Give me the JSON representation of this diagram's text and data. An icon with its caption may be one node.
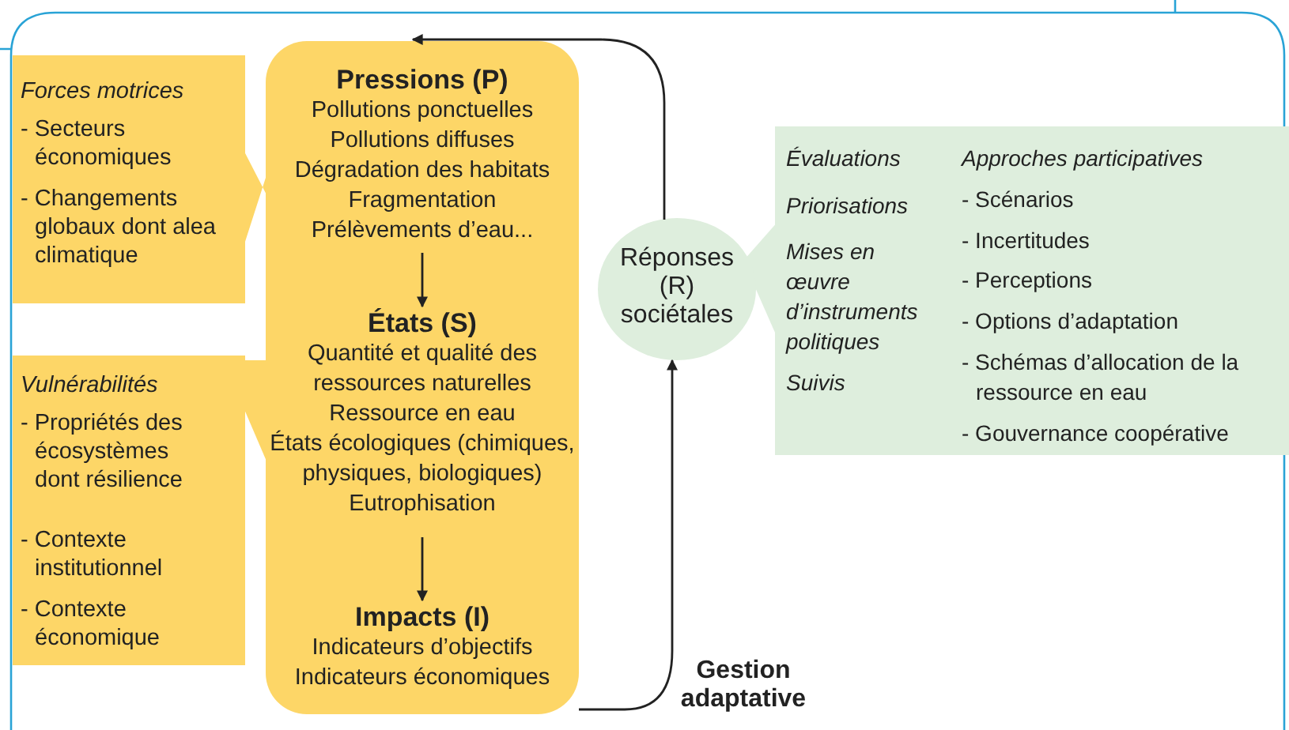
{
  "diagram": {
    "nodes": [
      {
        "text": [
          "Forces motrices",
          "- Secteurs économiques",
          "- Changements globaux dont alea climatique"
        ]
      },
      {
        "text": [
          "Vulnérabilités",
          "- Propriétés des écosystèmes dont résilience",
          "- Contexte institutionnel",
          "- Contexte économique"
        ]
      },
      {
        "text": [],
        "shape": "box"
      },
      {
        "text": [
          "Pressions (P)",
          "Pollutions ponctuelles",
          "Pollutions diffuses",
          "Dégradation des habitats",
          "Fragmentation",
          "Prélèvements d’eau..."
        ],
        "in": 2
      },
      {
        "text": [
          "États (S)",
          "Quantité et qualité des ressources naturelles",
          "Ressource en eau",
          "États écologiques (chimiques, physiques, biologiques)",
          "Eutrophisation"
        ],
        "in": 2
      },
      {
        "text": [
          "Impacts (I)",
          "Indicateurs  d’objectifs",
          "Indicateurs économiques"
        ],
        "in": 2
      },
      {
        "text": [
          "Réponses (R) sociétales"
        ]
      },
      {
        "text": [
          "Évaluations",
          "Priorisations",
          "Mises en œuvre d’instruments politiques",
          "Suivis",
          "Approches participatives",
          "- Scénarios",
          "- Incertitudes",
          "- Perceptions",
          "- Options d’adaptation",
          "- Schémas d’allocation de la ressource en eau",
          "- Gouvernance coopérative"
        ]
      }
    ],
    "edges": [
      {
        "from": 3,
        "to": 4,
        "arrow": "to"
      },
      {
        "from": 4,
        "to": 5,
        "arrow": "to"
      },
      {
        "from": 5,
        "to": 6,
        "arrow": "to",
        "label": "Gestion adaptative"
      },
      {
        "from": 6,
        "to": 2,
        "arrow": "to"
      }
    ]
  }
}
